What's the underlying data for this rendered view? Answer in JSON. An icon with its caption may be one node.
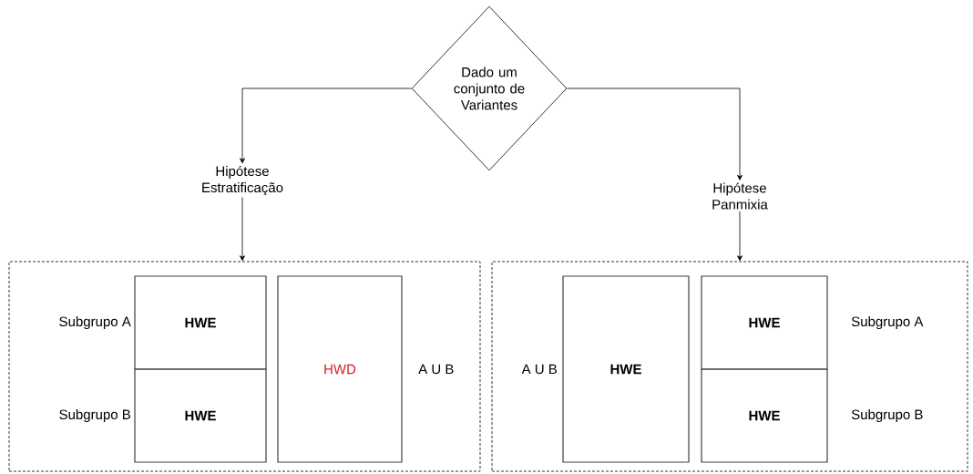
{
  "diagram": {
    "nodes": [
      {
        "text": [
          "Dado um conjunto de Variantes"
        ]
      },
      {
        "text": [
          "Hipótese Estratificação"
        ]
      },
      {
        "text": [
          "Hipótese Panmixia"
        ]
      },
      {
        "text": [],
        "shape": "box"
      },
      {
        "text": [],
        "shape": "box"
      },
      {
        "text": [
          "HWE"
        ],
        "in": 3,
        "beside": [
          "Subgrupo A"
        ]
      },
      {
        "text": [
          "HWE"
        ],
        "in": 3,
        "beside": [
          "Subgrupo B"
        ]
      },
      {
        "text": [
          "HWD"
        ],
        "in": 3,
        "beside": [
          "A U B"
        ]
      },
      {
        "text": [
          "HWE"
        ],
        "in": 4,
        "beside": [
          "A U B"
        ]
      },
      {
        "text": [
          "HWE"
        ],
        "in": 4,
        "beside": [
          "Subgrupo A"
        ]
      },
      {
        "text": [
          "HWE"
        ],
        "in": 4,
        "beside": [
          "Subgrupo B"
        ]
      }
    ],
    "edges": [
      {
        "from": 0,
        "to": 1,
        "arrow": "to"
      },
      {
        "from": 0,
        "to": 2,
        "arrow": "to"
      },
      {
        "from": 1,
        "to": 3,
        "arrow": "to"
      },
      {
        "from": 2,
        "to": 4,
        "arrow": "to"
      }
    ]
  }
}
